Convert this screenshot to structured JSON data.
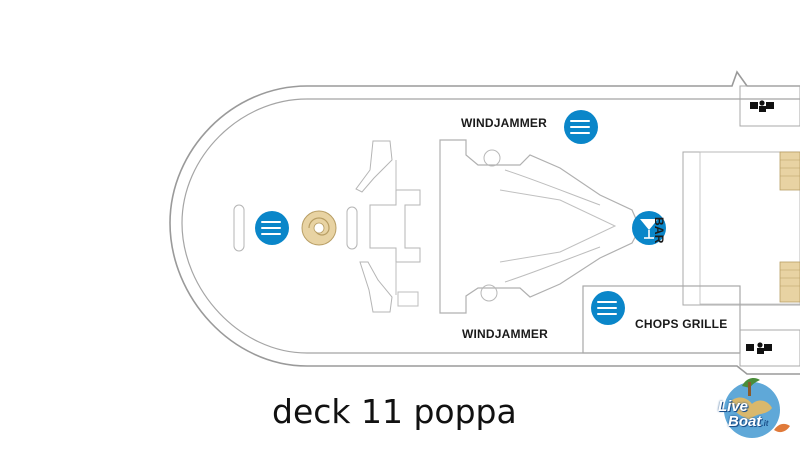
{
  "map": {
    "caption": "deck 11 poppa",
    "venues": {
      "windjammer_top": "WINDJAMMER",
      "windjammer_bottom": "WINDJAMMER",
      "bar": "BAR",
      "chops_grille": "CHOPS GRILLE"
    },
    "icons": {
      "dining": "dining-cutlery-icon",
      "bar": "cocktail-glass-icon",
      "pastry": "pastry-cafe-icon",
      "restroom": "restroom-icon"
    },
    "colors": {
      "icon_blue": "#0a86c9",
      "outline": "#9a9a9a",
      "stairs": "#e8d3a3"
    }
  },
  "watermark": {
    "logo_line1": "Live",
    "logo_line2": "Boat",
    "logo_suffix": ".it"
  }
}
